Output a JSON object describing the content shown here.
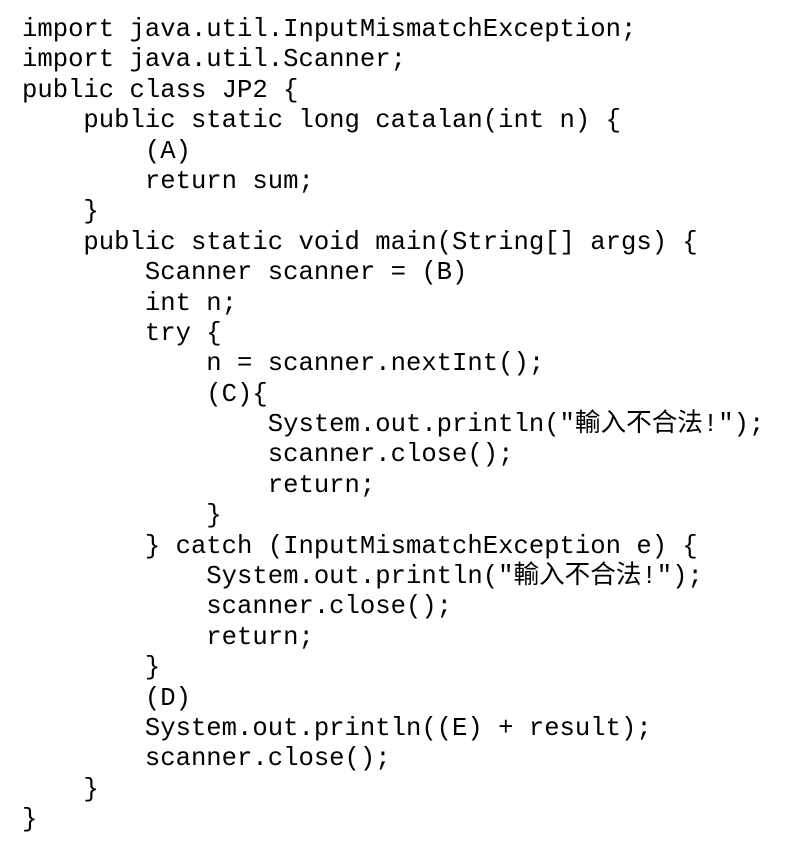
{
  "code_lines": [
    "import java.util.InputMismatchException;",
    "import java.util.Scanner;",
    "public class JP2 {",
    "    public static long catalan(int n) {",
    "        (A)",
    "        return sum;",
    "    }",
    "    public static void main(String[] args) {",
    "        Scanner scanner = (B)",
    "        int n;",
    "        try {",
    "            n = scanner.nextInt();",
    "            (C){",
    "                System.out.println(\"輸入不合法!\");",
    "                scanner.close();",
    "                return;",
    "            }",
    "        } catch (InputMismatchException e) {",
    "            System.out.println(\"輸入不合法!\");",
    "            scanner.close();",
    "            return;",
    "        }",
    "        (D)",
    "        System.out.println((E) + result);",
    "        scanner.close();",
    "    }",
    "}"
  ]
}
